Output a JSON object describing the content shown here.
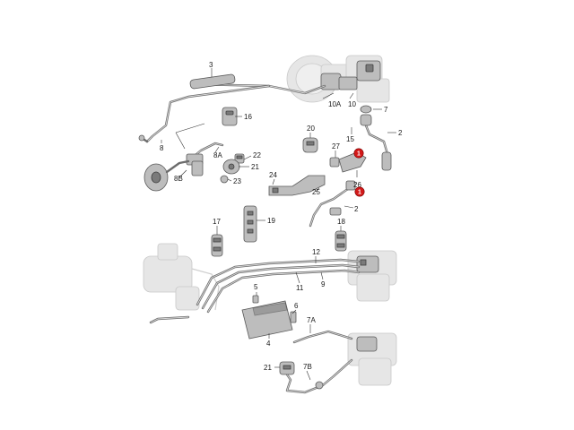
{
  "callouts": {
    "n1": "1",
    "n1b": "1",
    "n2": "2",
    "n2b": "2",
    "n3": "3",
    "n4": "4",
    "n5": "5",
    "n6": "6",
    "n7": "7",
    "n7a": "7A",
    "n7b": "7B",
    "n8": "8",
    "n8a": "8A",
    "n8b": "8B",
    "n9": "9",
    "n10": "10",
    "n10a": "10A",
    "n11": "11",
    "n12": "12",
    "n15": "15",
    "n16": "16",
    "n17": "17",
    "n18": "18",
    "n19": "19",
    "n20": "20",
    "n21": "21",
    "n21b": "21",
    "n22": "22",
    "n23": "23",
    "n24": "24",
    "n25": "25",
    "n26": "26",
    "n27": "27"
  },
  "colors": {
    "background": "#ffffff",
    "highlight_marker": "#d21919",
    "part_gray": "#bdbdbd",
    "line_gray": "#6c6c6c"
  },
  "highlighted_parts": [
    "1",
    "1"
  ]
}
